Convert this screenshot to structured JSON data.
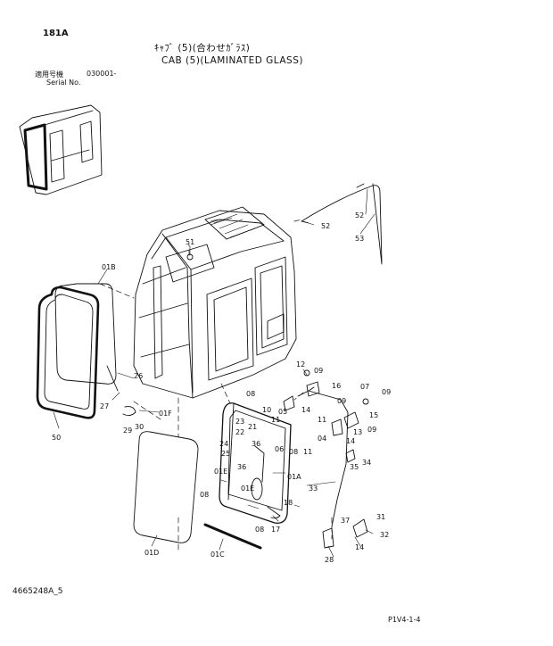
{
  "page": {
    "code": "181A",
    "title_jp": "ｷｬﾌﾞ (5)(合わせｶﾞﾗｽ)",
    "title_en": "CAB (5)(LAMINATED GLASS)",
    "serial_label_jp": "適用号機",
    "serial_label_en": "Serial No.",
    "serial_value": "030001-",
    "doc_number": "4665248A_5",
    "page_number": "P1V4-1-4"
  },
  "callouts": [
    {
      "id": "p51",
      "label": "51"
    },
    {
      "id": "p52",
      "label": "52"
    },
    {
      "id": "p52b",
      "label": "52"
    },
    {
      "id": "p53",
      "label": "53"
    },
    {
      "id": "p01B",
      "label": "01B"
    },
    {
      "id": "p50",
      "label": "50"
    },
    {
      "id": "p26",
      "label": "26"
    },
    {
      "id": "p27",
      "label": "27"
    },
    {
      "id": "p01F",
      "label": "01F"
    },
    {
      "id": "p29",
      "label": "29"
    },
    {
      "id": "p30",
      "label": "30"
    },
    {
      "id": "p12",
      "label": "12"
    },
    {
      "id": "p09a",
      "label": "09"
    },
    {
      "id": "p16",
      "label": "16"
    },
    {
      "id": "p09b",
      "label": "09"
    },
    {
      "id": "p07",
      "label": "07"
    },
    {
      "id": "p09c",
      "label": "09"
    },
    {
      "id": "p15",
      "label": "15"
    },
    {
      "id": "p09d",
      "label": "09"
    },
    {
      "id": "p08a",
      "label": "08"
    },
    {
      "id": "p10",
      "label": "10"
    },
    {
      "id": "p11a",
      "label": "11"
    },
    {
      "id": "p05",
      "label": "05"
    },
    {
      "id": "p14a",
      "label": "14"
    },
    {
      "id": "p11b",
      "label": "11"
    },
    {
      "id": "p23",
      "label": "23"
    },
    {
      "id": "p21",
      "label": "21"
    },
    {
      "id": "p22",
      "label": "22"
    },
    {
      "id": "p24",
      "label": "24"
    },
    {
      "id": "p36a",
      "label": "36"
    },
    {
      "id": "p25",
      "label": "25"
    },
    {
      "id": "p06",
      "label": "06"
    },
    {
      "id": "p08b",
      "label": "08"
    },
    {
      "id": "p11c",
      "label": "11"
    },
    {
      "id": "p04",
      "label": "04"
    },
    {
      "id": "p13",
      "label": "13"
    },
    {
      "id": "p14b",
      "label": "14"
    },
    {
      "id": "p35",
      "label": "35"
    },
    {
      "id": "p34",
      "label": "34"
    },
    {
      "id": "p01E",
      "label": "01E"
    },
    {
      "id": "p36b",
      "label": "36"
    },
    {
      "id": "p01A",
      "label": "01A"
    },
    {
      "id": "p08c",
      "label": "08"
    },
    {
      "id": "p01Eb",
      "label": "01E"
    },
    {
      "id": "p33",
      "label": "33"
    },
    {
      "id": "p18",
      "label": "18"
    },
    {
      "id": "p08d",
      "label": "08"
    },
    {
      "id": "p17",
      "label": "17"
    },
    {
      "id": "p37",
      "label": "37"
    },
    {
      "id": "p31",
      "label": "31"
    },
    {
      "id": "p32",
      "label": "32"
    },
    {
      "id": "p14c",
      "label": "14"
    },
    {
      "id": "p28",
      "label": "28"
    },
    {
      "id": "p01D",
      "label": "01D"
    },
    {
      "id": "p01C",
      "label": "01C"
    }
  ]
}
